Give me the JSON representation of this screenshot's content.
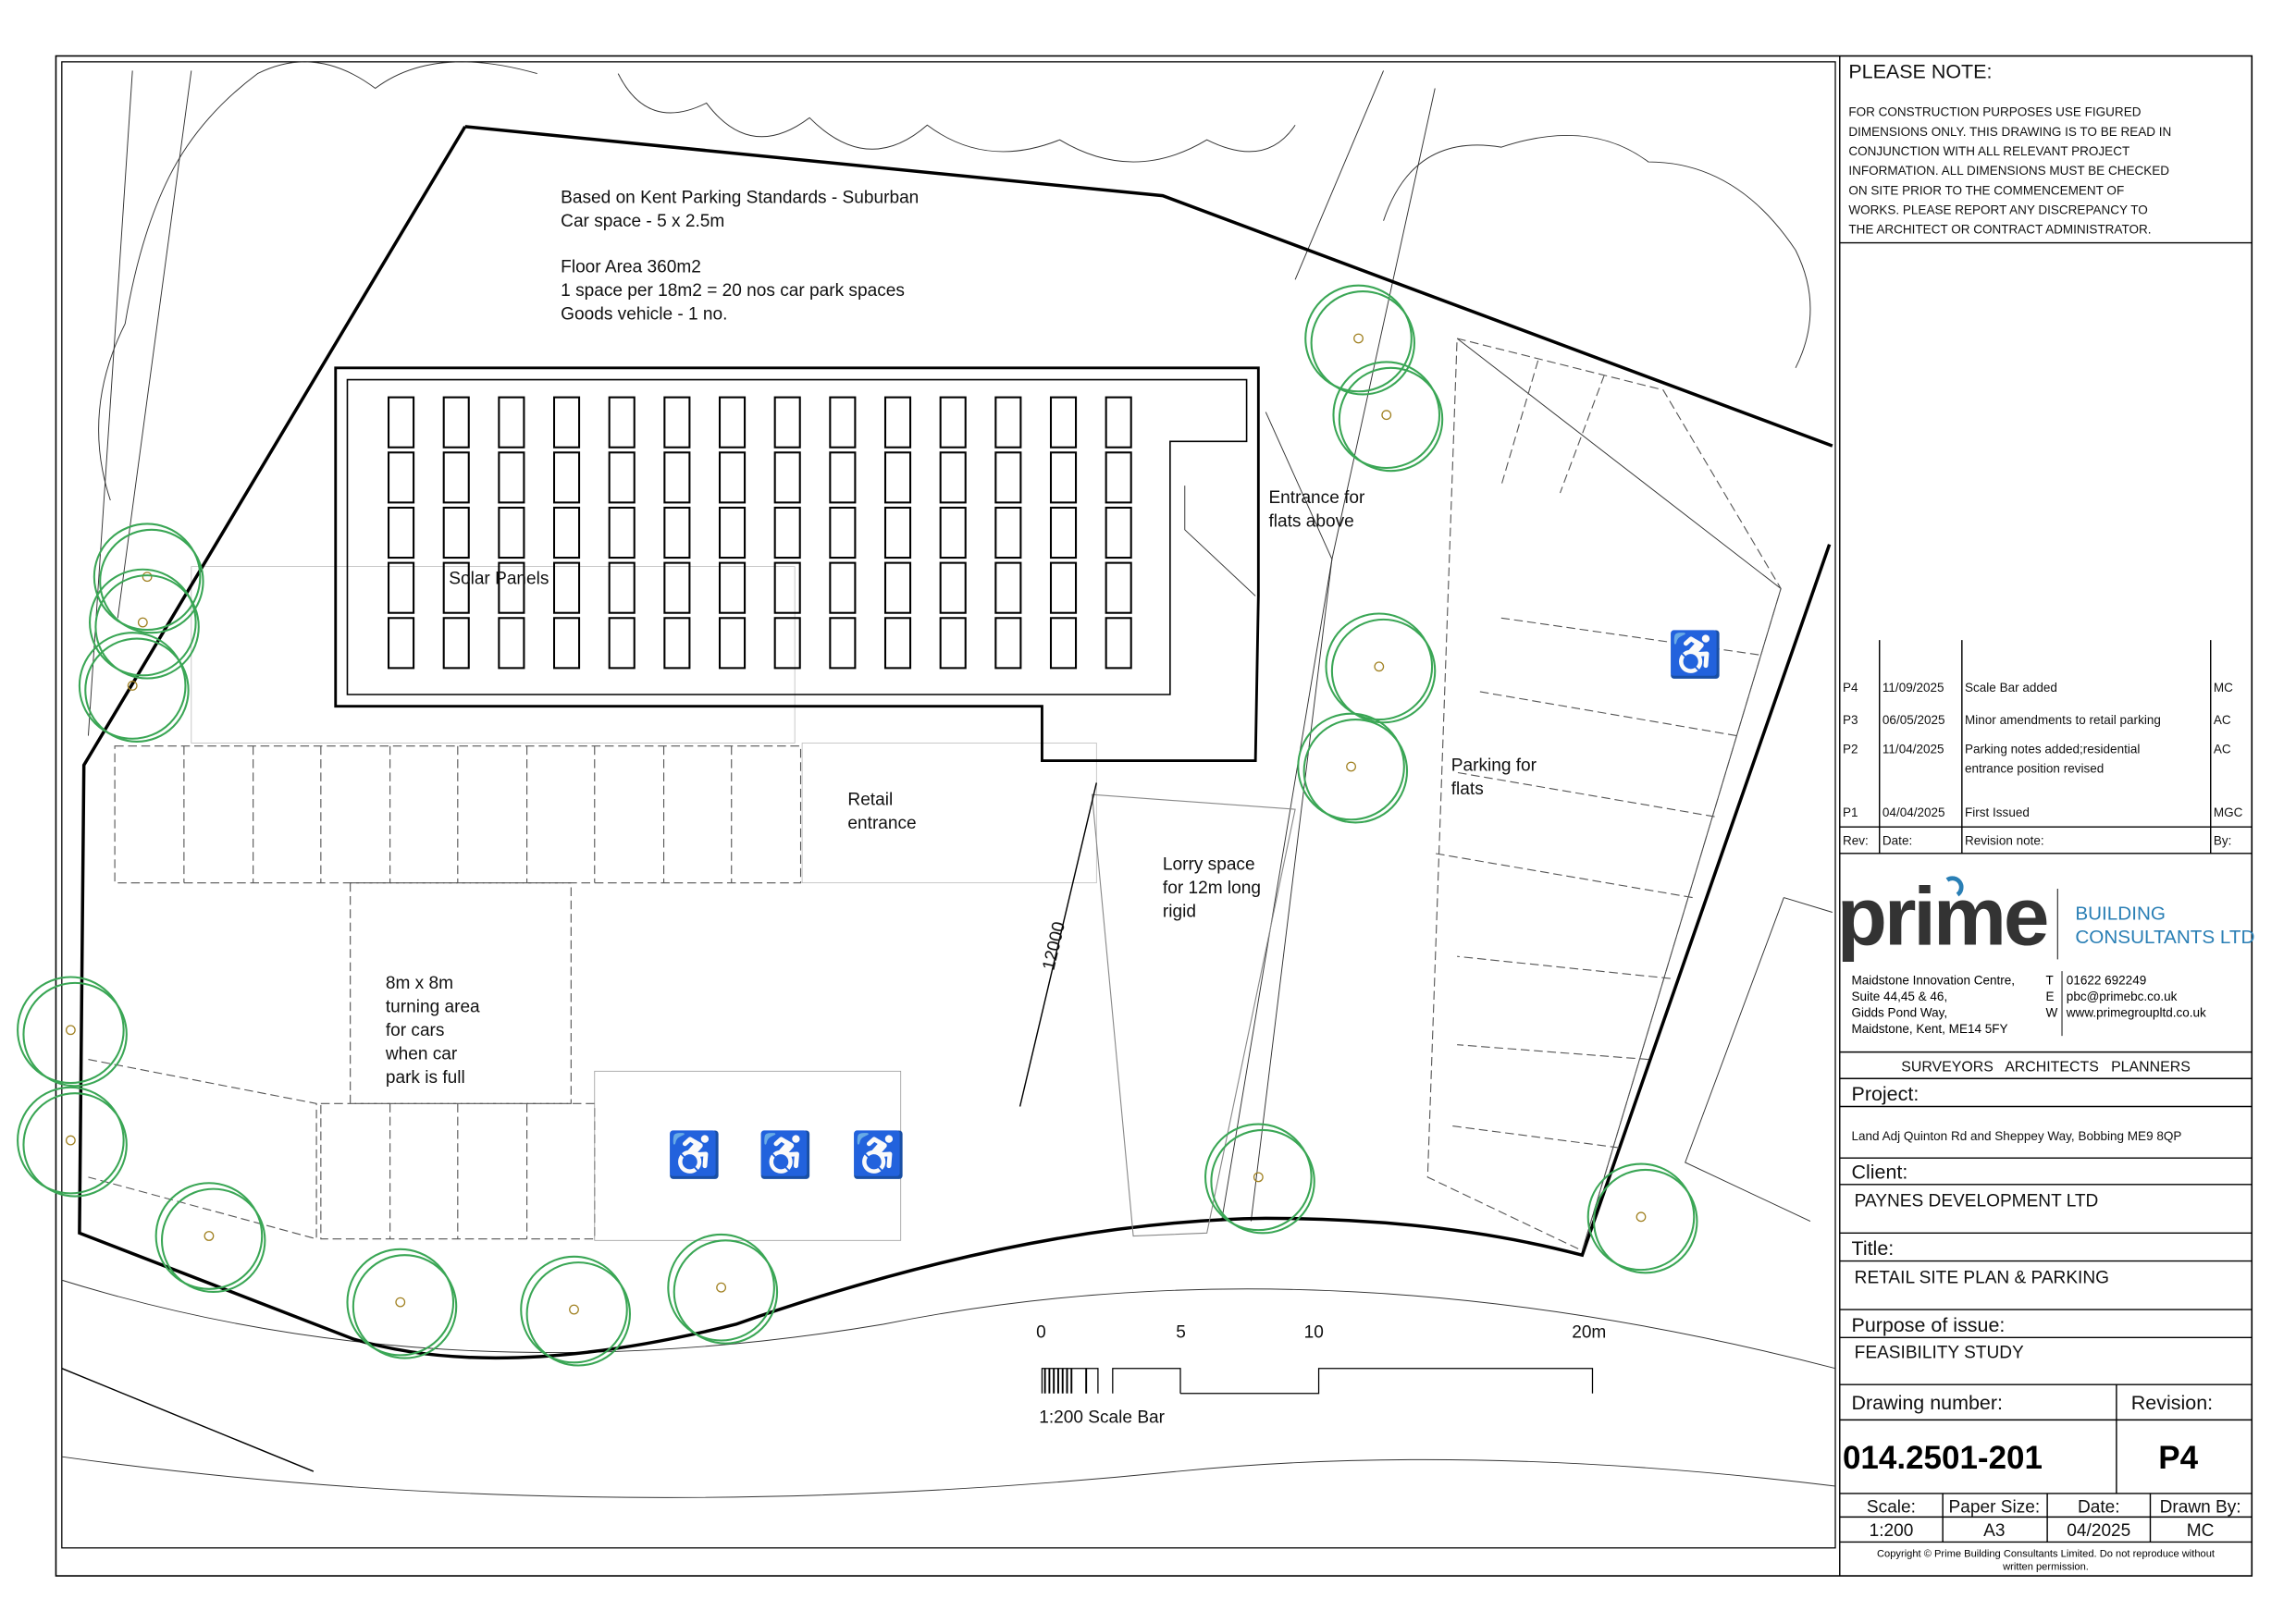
{
  "plan": {
    "notes": [
      "Based on Kent Parking Standards - Suburban",
      "Car space - 5 x 2.5m",
      "Floor Area 360m2",
      "1 space per 18m2 = 20 nos car park spaces",
      "Goods vehicle - 1 no."
    ],
    "solar_panels": "Solar Panels",
    "entrance_flats": [
      "Entrance for",
      "flats above"
    ],
    "retail_entrance": [
      "Retail",
      "entrance"
    ],
    "lorry_space": [
      "Lorry space",
      "for 12m long",
      "rigid"
    ],
    "parking_flats": [
      "Parking for",
      "flats"
    ],
    "turning_area": [
      "8m x 8m",
      "turning area",
      "for cars",
      "when car",
      "park is full"
    ],
    "dimension": "12000",
    "scale_bar": {
      "ticks": [
        "0",
        "5",
        "10",
        "20m"
      ],
      "label": "1:200 Scale Bar"
    },
    "colors": {
      "tree": "#3aa655",
      "brand_blue": "#2a7fb5",
      "brand_dark": "#333333"
    }
  },
  "title_block": {
    "please_note_heading": "PLEASE NOTE:",
    "please_note_lines": [
      "FOR CONSTRUCTION PURPOSES USE FIGURED",
      "DIMENSIONS ONLY. THIS DRAWING IS TO BE READ IN",
      "CONJUNCTION WITH ALL RELEVANT PROJECT",
      "INFORMATION. ALL DIMENSIONS MUST BE CHECKED",
      "ON SITE PRIOR TO THE COMMENCEMENT OF",
      "WORKS. PLEASE REPORT ANY DISCREPANCY TO",
      "THE ARCHITECT OR CONTRACT ADMINISTRATOR."
    ],
    "revisions": [
      {
        "rev": "P4",
        "date": "11/09/2025",
        "note": [
          "Scale Bar added"
        ],
        "by": "MC"
      },
      {
        "rev": "P3",
        "date": "06/05/2025",
        "note": [
          "Minor amendments to retail parking"
        ],
        "by": "AC"
      },
      {
        "rev": "P2",
        "date": "11/04/2025",
        "note": [
          "Parking notes added;residential",
          "entrance position revised"
        ],
        "by": "AC"
      },
      {
        "rev": "P1",
        "date": "04/04/2025",
        "note": [
          "First Issued"
        ],
        "by": "MGC"
      }
    ],
    "rev_headers": {
      "rev": "Rev:",
      "date": "Date:",
      "note": "Revision note:",
      "by": "By:"
    },
    "logo": {
      "word": "prime",
      "line1": "BUILDING",
      "line2": "CONSULTANTS LTD"
    },
    "address": [
      "Maidstone Innovation Centre,",
      "Suite 44,45 & 46,",
      "Gidds Pond Way,",
      "Maidstone, Kent, ME14 5FY"
    ],
    "contact": [
      {
        "k": "T",
        "v": "01622 692249"
      },
      {
        "k": "E",
        "v": "pbc@primebc.co.uk"
      },
      {
        "k": "W",
        "v": "www.primegroupltd.co.uk"
      }
    ],
    "services": "SURVEYORS   ARCHITECTS   PLANNERS",
    "project_label": "Project:",
    "project": "Land Adj Quinton Rd and Sheppey Way, Bobbing ME9 8QP",
    "client_label": "Client:",
    "client": "PAYNES DEVELOPMENT LTD",
    "title_label": "Title:",
    "title": "RETAIL SITE PLAN & PARKING",
    "purpose_label": "Purpose of issue:",
    "purpose": "FEASIBILITY STUDY",
    "drawing_number_label": "Drawing number:",
    "drawing_number": "014.2501-201",
    "revision_label": "Revision:",
    "revision": "P4",
    "scale_label": "Scale:",
    "scale": "1:200",
    "paper_label": "Paper Size:",
    "paper": "A3",
    "date_label": "Date:",
    "date": "04/2025",
    "drawn_label": "Drawn By:",
    "drawn": "MC",
    "copyright": [
      "Copyright © Prime Building Consultants Limited. Do not reproduce without",
      "written permission."
    ]
  }
}
